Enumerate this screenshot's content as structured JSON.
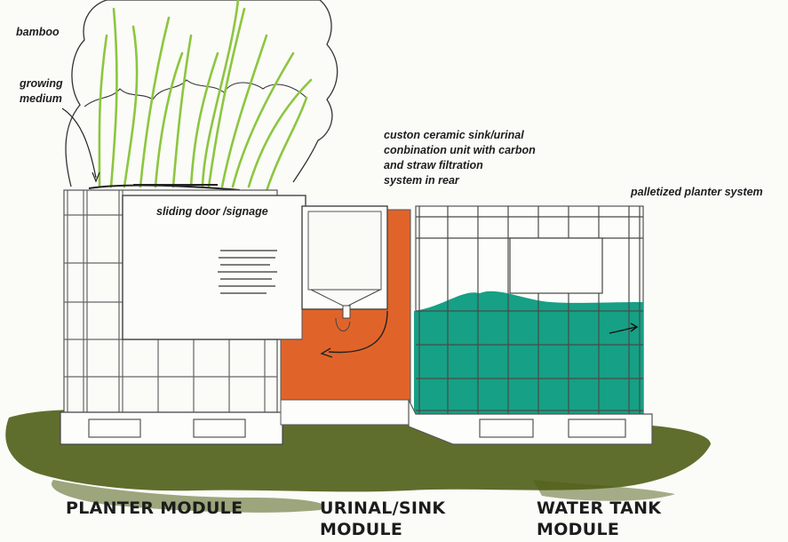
{
  "labels": {
    "bamboo": "bamboo",
    "growing_medium_1": "growing",
    "growing_medium_2": "medium",
    "sliding_door": "sliding door /signage",
    "sink_1": "custon ceramic sink/urinal",
    "sink_2": "conbination unit with carbon",
    "sink_3": "and straw filtration",
    "sink_4": "system in rear",
    "palletized": "palletized planter system"
  },
  "modules": {
    "planter": "PLANTER MODULE",
    "urinal_1": "URINAL/SINK",
    "urinal_2": "MODULE",
    "water_1": "WATER TANK",
    "water_2": "MODULE"
  },
  "colors": {
    "bamboo_green": "#8cc63f",
    "sink_orange": "#e0642a",
    "water_teal": "#16a085",
    "ground_olive": "#4e5e16",
    "frame_line": "#555555"
  }
}
